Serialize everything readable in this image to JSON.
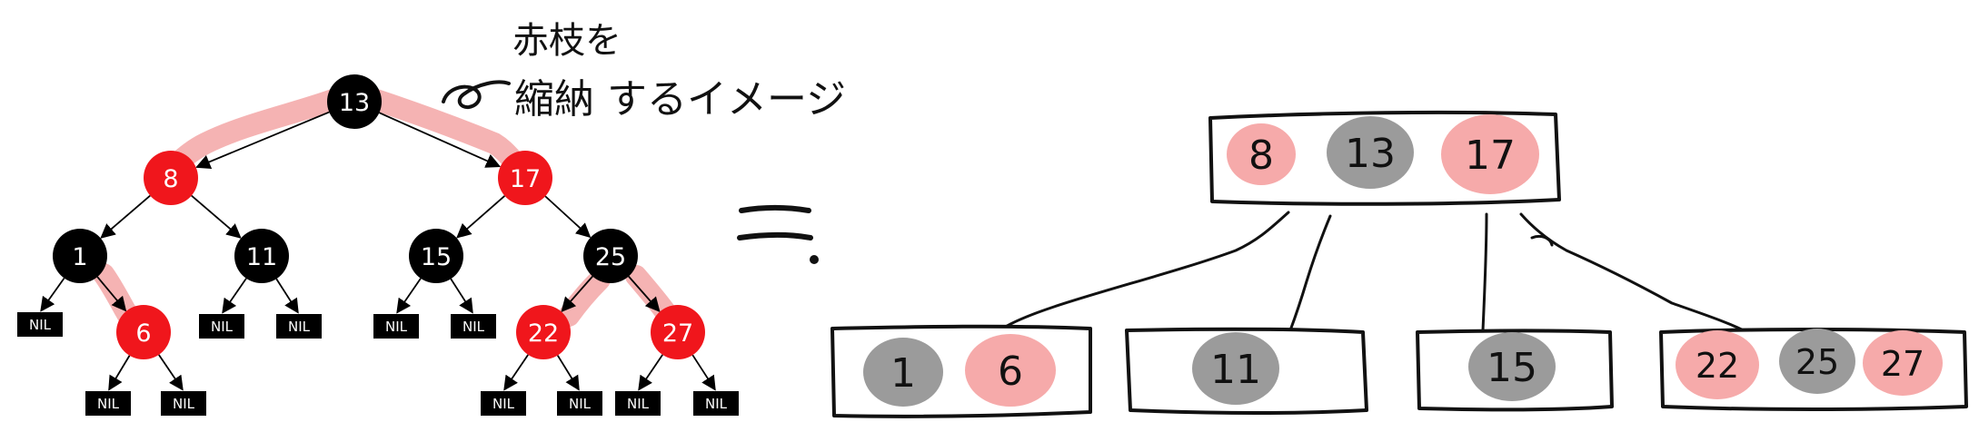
{
  "colors": {
    "black_node": "#000000",
    "red_node": "#f0161c",
    "red_highlight": "#f5b3b3",
    "gray_key": "#9b9b9b",
    "pink_key": "#f6aaaa",
    "ink": "#111111"
  },
  "rb_tree": {
    "nodes": [
      {
        "id": "n13",
        "label": "13",
        "color": "black"
      },
      {
        "id": "n8",
        "label": "8",
        "color": "red"
      },
      {
        "id": "n17",
        "label": "17",
        "color": "red"
      },
      {
        "id": "n1",
        "label": "1",
        "color": "black"
      },
      {
        "id": "n11",
        "label": "11",
        "color": "black"
      },
      {
        "id": "n15",
        "label": "15",
        "color": "black"
      },
      {
        "id": "n25",
        "label": "25",
        "color": "black"
      },
      {
        "id": "n6",
        "label": "6",
        "color": "red"
      },
      {
        "id": "n22",
        "label": "22",
        "color": "red"
      },
      {
        "id": "n27",
        "label": "27",
        "color": "red"
      }
    ],
    "nil_label": "NIL",
    "nil_count": 11
  },
  "note": {
    "line1": "赤枝を",
    "line2": "縮納 するイメージ"
  },
  "equals_sign": "=",
  "btree": {
    "root": [
      {
        "label": "8",
        "color": "pink"
      },
      {
        "label": "13",
        "color": "gray"
      },
      {
        "label": "17",
        "color": "pink"
      }
    ],
    "leaves": [
      [
        {
          "label": "1",
          "color": "gray"
        },
        {
          "label": "6",
          "color": "pink"
        }
      ],
      [
        {
          "label": "11",
          "color": "gray"
        }
      ],
      [
        {
          "label": "15",
          "color": "gray"
        }
      ],
      [
        {
          "label": "22",
          "color": "pink"
        },
        {
          "label": "25",
          "color": "gray"
        },
        {
          "label": "27",
          "color": "pink"
        }
      ]
    ]
  }
}
